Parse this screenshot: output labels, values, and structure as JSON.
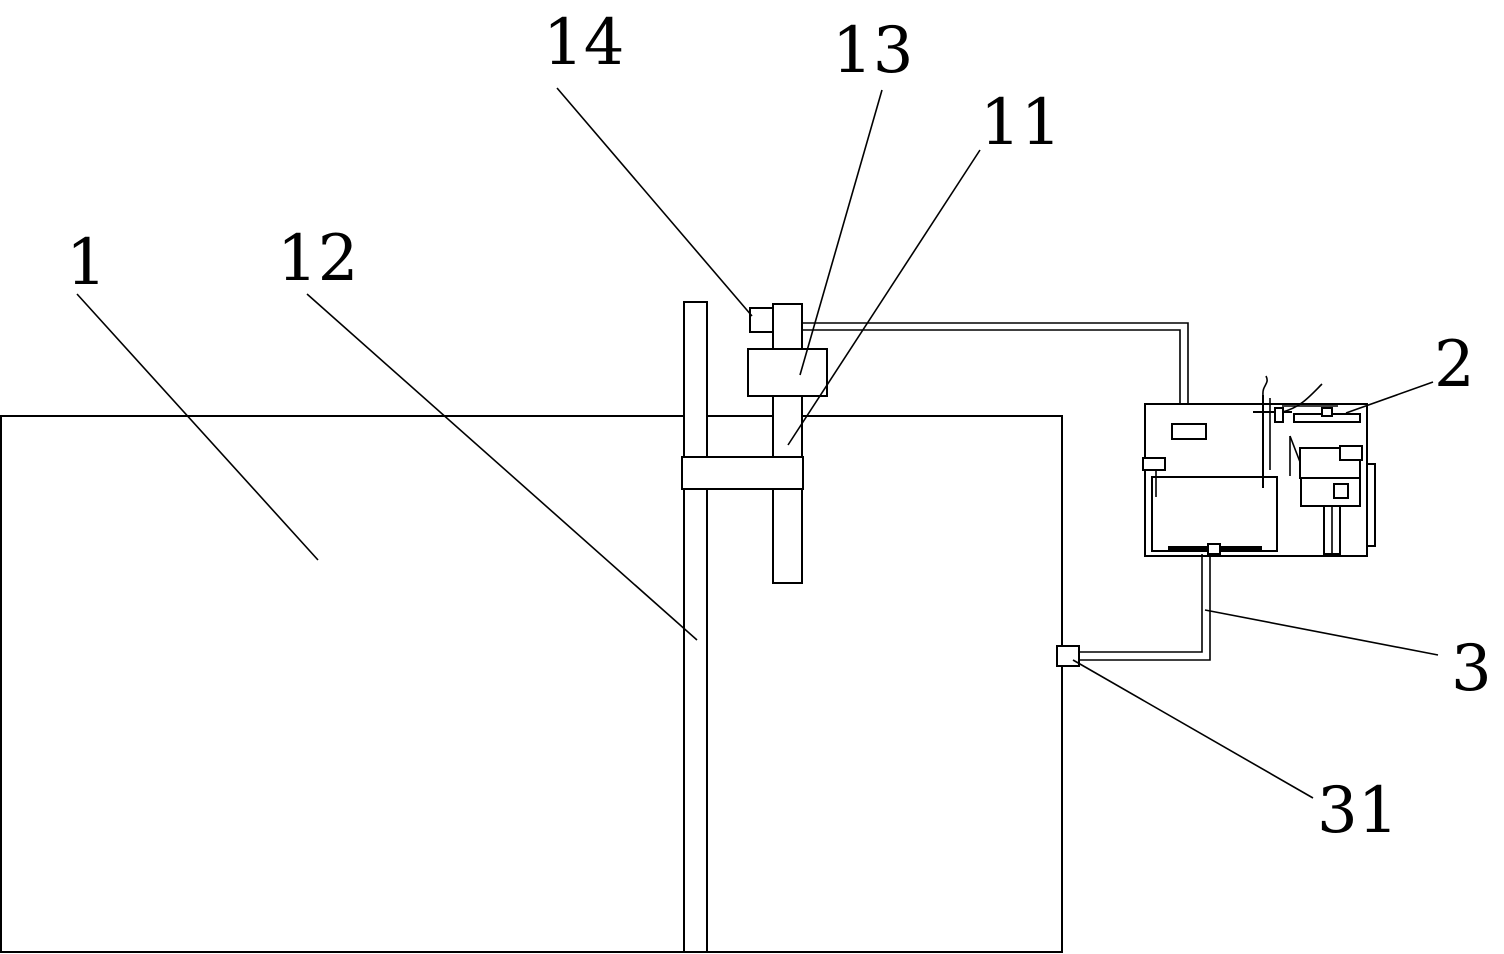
{
  "diagram": {
    "labels": {
      "l1": "1",
      "l12": "12",
      "l14": "14",
      "l13": "13",
      "l11": "11",
      "l2": "2",
      "l3": "3",
      "l31": "31"
    },
    "colors": {
      "stroke": "#000000",
      "background": "#ffffff"
    }
  }
}
